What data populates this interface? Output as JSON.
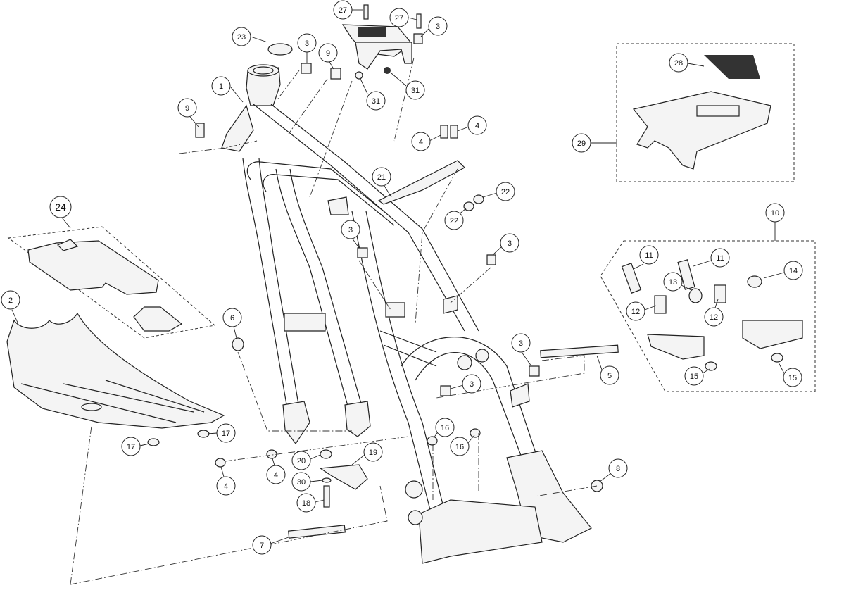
{
  "callouts": {
    "c1": "1",
    "c2": "2",
    "c3a": "3",
    "c3b": "3",
    "c3c": "3",
    "c3d": "3",
    "c3e": "3",
    "c3f": "3",
    "c4a": "4",
    "c4b": "4",
    "c4c": "4",
    "c4d": "4",
    "c5": "5",
    "c6": "6",
    "c7": "7",
    "c8": "8",
    "c9a": "9",
    "c9b": "9",
    "c10": "10",
    "c11a": "11",
    "c11b": "11",
    "c12a": "12",
    "c12b": "12",
    "c13": "13",
    "c14": "14",
    "c15a": "15",
    "c15b": "15",
    "c16a": "16",
    "c16b": "16",
    "c17a": "17",
    "c17b": "17",
    "c18": "18",
    "c19": "19",
    "c20": "20",
    "c21": "21",
    "c22a": "22",
    "c22b": "22",
    "c23": "23",
    "c24": "24",
    "c27a": "27",
    "c27b": "27",
    "c28": "28",
    "c29": "29",
    "c30": "30",
    "c31a": "31",
    "c31b": "31"
  }
}
